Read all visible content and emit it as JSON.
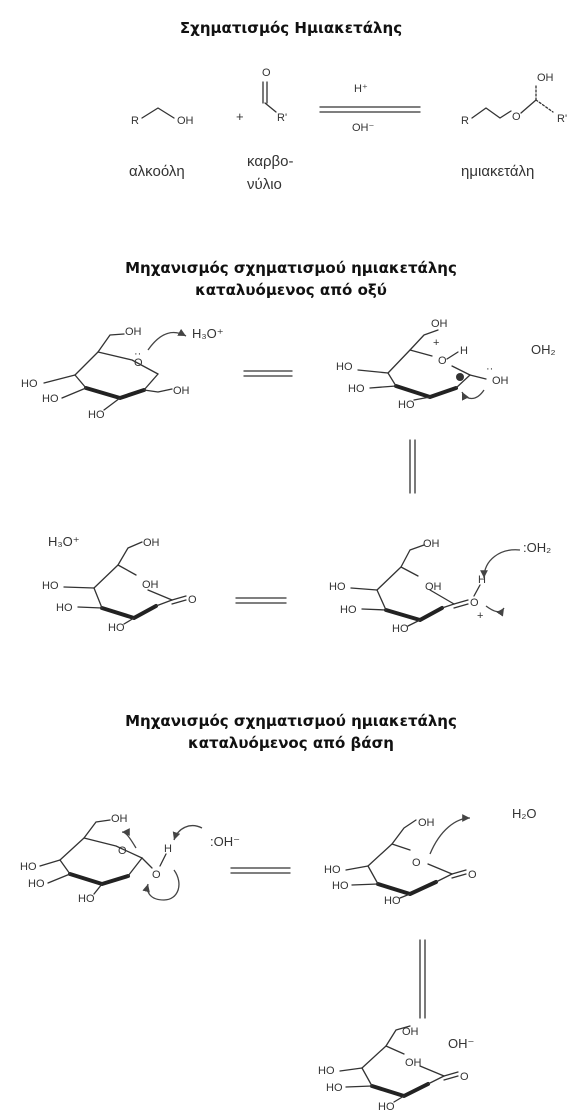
{
  "titles": {
    "hemiacetal_formation": "Σχηματισμός Ημιακετάλης",
    "acid_mechanism_line1": "Μηχανισμός σχηματισμού ημιακετάλης",
    "acid_mechanism_line2": "καταλυόμενος από οξύ",
    "base_mechanism_line1": "Μηχανισμός σχηματισμού ημιακετάλης",
    "base_mechanism_line2": "καταλυόμενος από βάση"
  },
  "reaction": {
    "R": "R",
    "R_prime": "R'",
    "OH": "OH",
    "O": "O",
    "plus": "+",
    "catalyst_forward": "H⁺",
    "catalyst_reverse": "OH⁻",
    "alcohol_label": "αλκοόλη",
    "carbonyl_label_line1": "καρβο-",
    "carbonyl_label_line2": "νύλιο",
    "hemiacetal_label": "ημιακετάλη"
  },
  "acid": {
    "hydronium": "H₃O⁺",
    "water": "OH₂",
    "water_lone_pair": ":OH₂",
    "H": "H",
    "plus": "+",
    "HO": "HO",
    "OH": "OH",
    "O": "O"
  },
  "base": {
    "hydroxide": ":OH⁻",
    "water": "H₂O",
    "hydroxide_final": "OH⁻",
    "H": "H",
    "HO": "HO",
    "OH": "OH",
    "O": "O"
  }
}
